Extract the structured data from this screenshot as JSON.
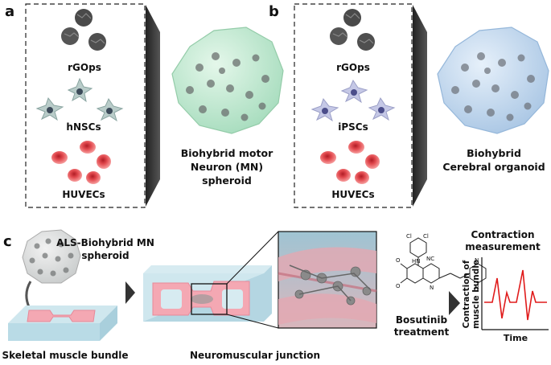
{
  "panels": {
    "a": {
      "letter": "a",
      "items": [
        "rGOps",
        "hNSCs",
        "HUVECs"
      ],
      "result_lines": [
        "Biohybrid motor",
        "Neuron (MN)",
        "spheroid"
      ]
    },
    "b": {
      "letter": "b",
      "items": [
        "rGOps",
        "iPSCs",
        "HUVECs"
      ],
      "result_lines": [
        "Biohybrid",
        "Cerebral organoid"
      ]
    },
    "c": {
      "letter": "c",
      "spheroid_lines": [
        "ALS-Biohybrid MN",
        "spheroid"
      ],
      "muscle_label": "Skeletal muscle bundle",
      "nmj_label": "Neuromuscular junction",
      "drug_lines": [
        "Bosutinib",
        "treatment"
      ],
      "chem_labels": [
        "Cl",
        "Cl",
        "HN",
        "O",
        "O",
        "NC",
        "N",
        "N",
        "N"
      ],
      "contraction_title_lines": [
        "Contraction",
        "measurement"
      ],
      "plot_ylabel_lines": [
        "Contraction of",
        "muscle bundle"
      ],
      "plot_xlabel": "Time"
    }
  },
  "colors": {
    "mn_spheroid": "#c9ecd7",
    "cerebral_organoid": "#c9ddf0",
    "hnsc": "#b9ccc9",
    "ipsc": "#c5c8e6",
    "huvec": "#ef5a5a",
    "muscle": "#f4a8b3",
    "substrate": "#cfe7ee",
    "trace": "#e01b1b"
  }
}
